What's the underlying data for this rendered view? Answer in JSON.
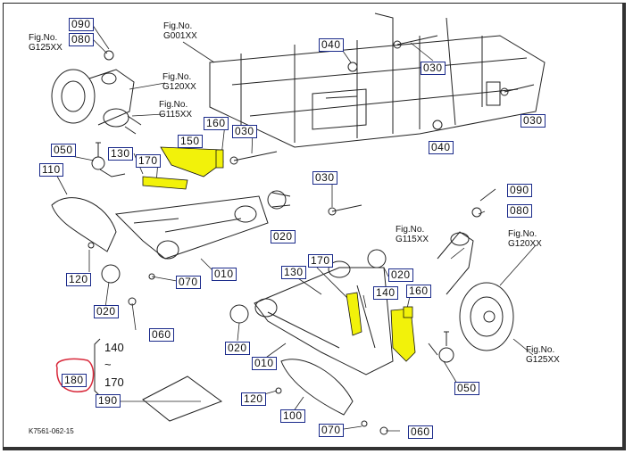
{
  "callouts": {
    "c090_tl": "090",
    "c080_tl": "080",
    "c040_top": "040",
    "c030_topright": "030",
    "c030_right": "030",
    "c040_mid": "040",
    "c160_top": "160",
    "c030_mid": "030",
    "c150_top": "150",
    "c050_left": "050",
    "c130_left": "130",
    "c170_left": "170",
    "c110_left": "110",
    "c030_center": "030",
    "c090_right": "090",
    "c080_right": "080",
    "c020_center": "020",
    "c120_left": "120",
    "c070_left": "070",
    "c010_left": "010",
    "c020_left": "020",
    "c060_left": "060",
    "c130_lower": "130",
    "c170_lower": "170",
    "c020_lower": "020",
    "c140_lower": "140",
    "c160_lower": "160",
    "c020_bottomleft": "020",
    "c010_bottom": "010",
    "c050_bottomright": "050",
    "c120_bottom": "120",
    "c100_bottom": "100",
    "c070_bottom": "070",
    "c060_bottom": "060",
    "c180_set": "180",
    "c190_set": "190"
  },
  "fig_refs": {
    "g125_tl": [
      "Fig.No.",
      "G125XX"
    ],
    "g120_tl": [
      "Fig.No.",
      "G120XX"
    ],
    "g115_tl": [
      "Fig.No.",
      "G115XX"
    ],
    "g001_top": [
      "Fig.No.",
      "G001XX"
    ],
    "g115_right": [
      "Fig.No.",
      "G115XX"
    ],
    "g120_right": [
      "Fig.No.",
      "G120XX"
    ],
    "g125_right": [
      "Fig.No.",
      "G125XX"
    ]
  },
  "set_range": {
    "from": "140",
    "tilde": "~",
    "to": "170"
  },
  "drawing_code": "K7561-062-15",
  "colors": {
    "callout_border": "#1a2a8a",
    "highlight_yellow": "#f2f20a",
    "circle_red": "#d8283a",
    "line": "#222222"
  }
}
